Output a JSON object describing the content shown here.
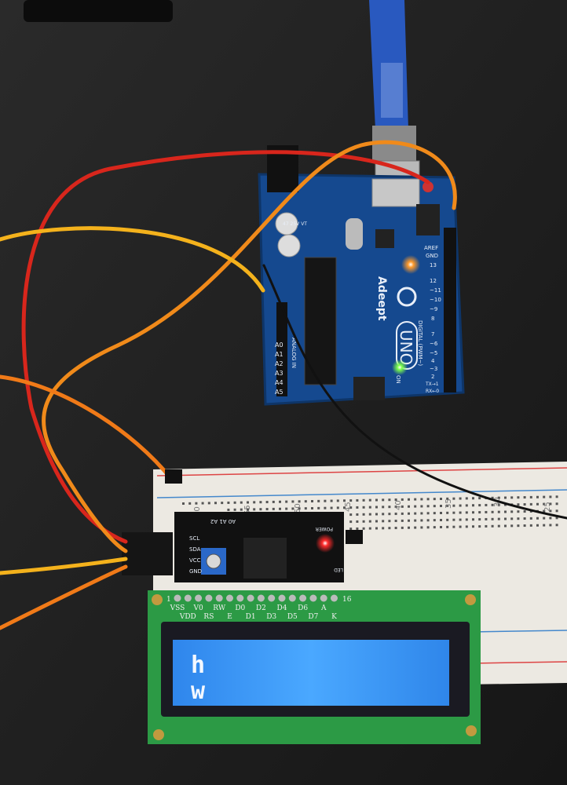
{
  "arduino": {
    "brand": "Adeept",
    "model": "UNO",
    "digital_label": "DIGITAL (PWM~)",
    "analog_label": "ANALOG IN",
    "analog_pins": [
      "A0",
      "A1",
      "A2",
      "A3",
      "A4",
      "A5"
    ],
    "digital_pins": [
      "AREF",
      "GND",
      "13",
      "12",
      "~11",
      "~10",
      "~9",
      "8",
      "7",
      "~6",
      "~5",
      "4",
      "~3",
      "2",
      "TX→1",
      "RX←0"
    ],
    "on_label": "ON",
    "capacitor_label": "47 25V VT",
    "led_l_color": "#ff9a2a",
    "led_on_color": "#7dff4a"
  },
  "i2c_module": {
    "pins": [
      "SCL",
      "SDA",
      "VCC",
      "GND"
    ],
    "address_label": "A0 A1 A2",
    "power_label": "POWER",
    "led_label": "LED",
    "power_led_color": "#ff2a2a"
  },
  "breadboard": {
    "column_numbers": [
      "60",
      "55",
      "50",
      "45",
      "40",
      "35",
      "30",
      "25"
    ]
  },
  "lcd": {
    "pin_labels": [
      "VSS",
      "VDD",
      "V0",
      "RS",
      "RW",
      "E",
      "D0",
      "D1",
      "D2",
      "D3",
      "D4",
      "D5",
      "D6",
      "D7",
      "A",
      "K"
    ],
    "pin_first": "1",
    "pin_last": "16",
    "line1": "h",
    "line2": "w",
    "backlight_color": "#3a9cf5"
  }
}
